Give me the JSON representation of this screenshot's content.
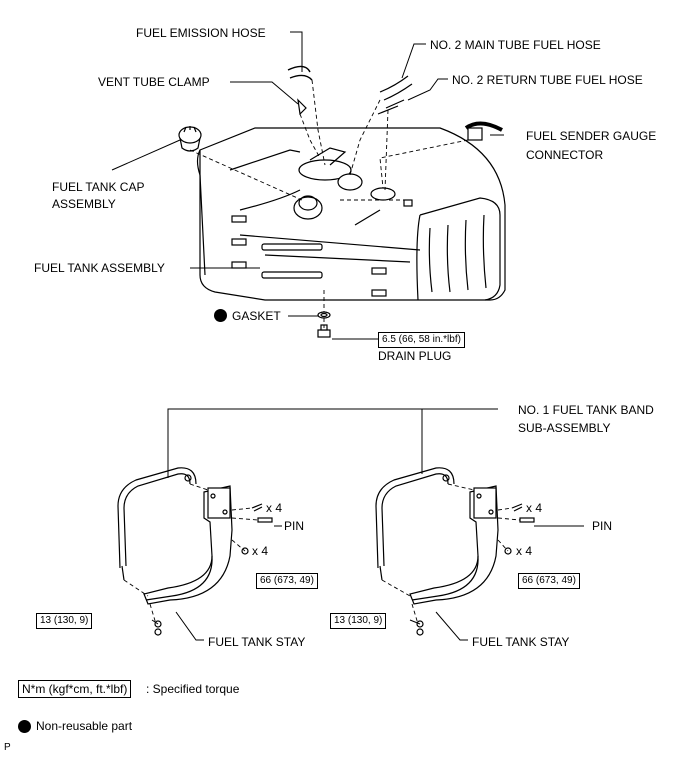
{
  "labels": {
    "fuel_emission_hose": "FUEL EMISSION HOSE",
    "no2_main_tube": "NO. 2 MAIN TUBE FUEL HOSE",
    "vent_tube_clamp": "VENT TUBE CLAMP",
    "no2_return_tube": "NO. 2 RETURN TUBE FUEL HOSE",
    "sender_gauge_l1": "FUEL SENDER GAUGE",
    "sender_gauge_l2": "CONNECTOR",
    "tank_cap_l1": "FUEL TANK CAP",
    "tank_cap_l2": "ASSEMBLY",
    "tank_assembly": "FUEL TANK ASSEMBLY",
    "gasket": "GASKET",
    "drain_plug": "DRAIN PLUG",
    "band_l1": "NO. 1 FUEL TANK BAND",
    "band_l2": "SUB-ASSEMBLY",
    "qty_left_upper": "x 4",
    "qty_left_lower": "x 4",
    "qty_right_upper": "x 4",
    "qty_right_lower": "x 4",
    "pin_left": "PIN",
    "pin_right": "PIN",
    "stay_left": "FUEL TANK STAY",
    "stay_right": "FUEL TANK STAY",
    "p_mark": "P"
  },
  "torques": {
    "drain_plug": "6.5 (66, 58 in.*lbf)",
    "bracket_left": "66 (673, 49)",
    "bracket_right": "66 (673, 49)",
    "stay_left": "13 (130, 9)",
    "stay_right": "13 (130, 9)"
  },
  "legend": {
    "torque_unit": "N*m (kgf*cm, ft.*lbf)",
    "torque_desc": ": Specified torque",
    "nonreusable_desc": "Non-reusable part"
  }
}
